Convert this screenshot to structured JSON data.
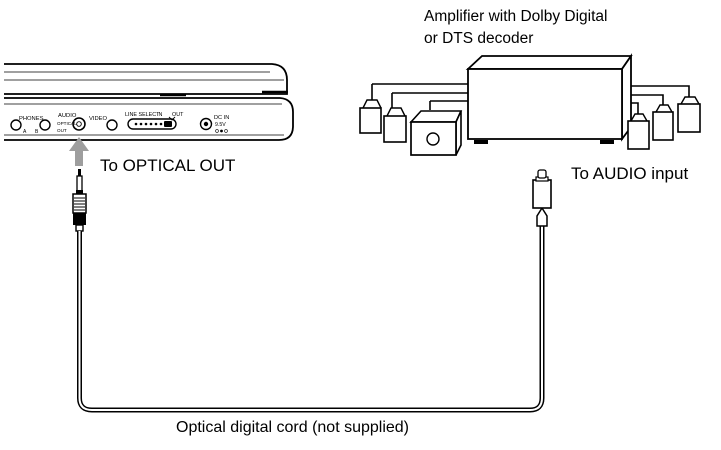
{
  "labels": {
    "amplifier_line1": "Amplifier with Dolby Digital",
    "amplifier_line2": "or DTS decoder",
    "to_optical_out": "To OPTICAL OUT",
    "to_audio_input": "To AUDIO input",
    "cord": "Optical digital cord (not supplied)"
  },
  "player_panel": {
    "phones": "PHONES",
    "phones_a": "A",
    "phones_b": "B",
    "audio": "AUDIO",
    "optical": "OPTICAL",
    "out": "OUT",
    "video": "VIDEO",
    "line_select": "LINE SELECT",
    "in": "IN",
    "out2": "OUT",
    "dc_in": "DC IN",
    "voltage": "9.5V"
  }
}
